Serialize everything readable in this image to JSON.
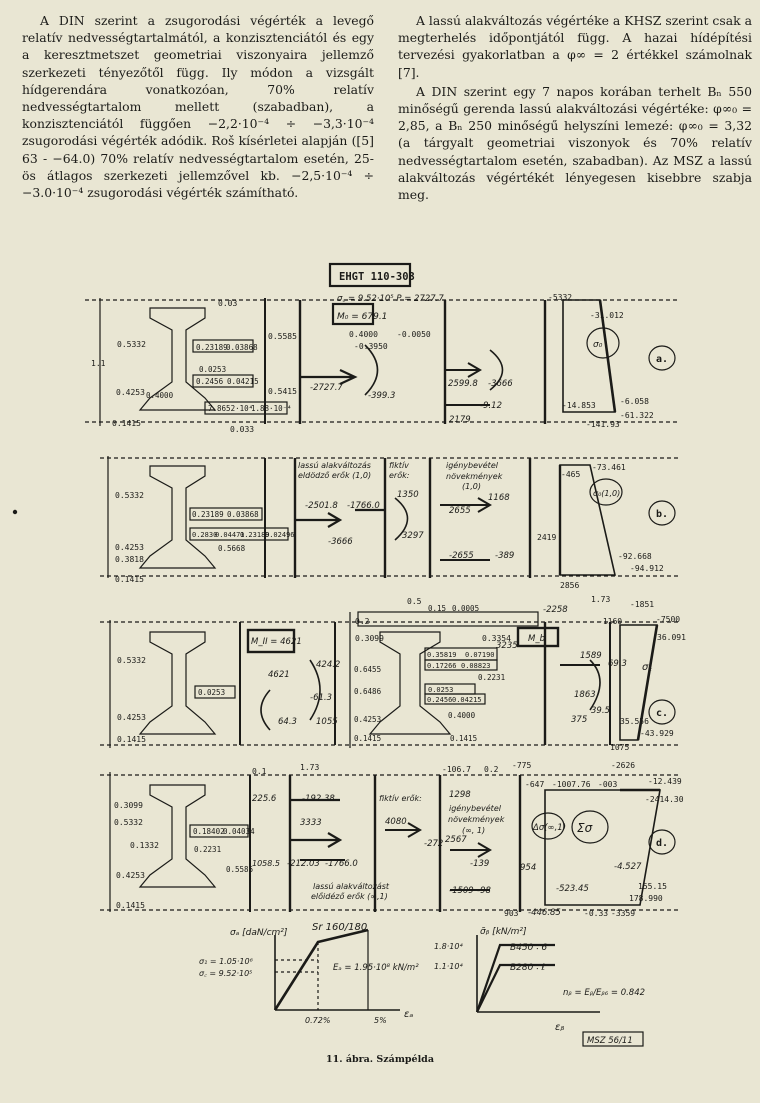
{
  "text": {
    "left_paragraphs": [
      "A DIN szerint a zsugorodási végérték a levegő relatív nedvességtartalmától, a konzisztenciától és egy a keresztmetszet geometriai viszonyaira jellemző szerkezeti tényezőtől függ. Ily módon a vizsgált hídgerendára vonatkozóan, 70% relatív nedvességtartalom mellett (szabadban), a konzisztenciától függően −2,2·10⁻⁴ ÷ −3,3·10⁻⁴ zsugorodási végérték adódik. Roš kísérletei alapján ([5] 63 - −64.0) 70% relatív nedvességtartalom esetén, 25-ös átlagos szerkezeti jellemzővel kb. −2,5·10⁻⁴ ÷ −3.0·10⁻⁴ zsugorodási végérték számítható."
    ],
    "right_paragraphs": [
      "A lassú alakváltozás végértéke a KHSZ szerint csak a megterhelés időpontjától függ. A hazai hídépítési tervezési gyakorlatban a φ∞ = 2 értékkel számolnak [7].",
      "A DIN szerint egy 7 napos korában terhelt Bₙ 550 minőségű gerenda lassú alakváltozási végértéke: φ∞₀ = 2,85, a Bₙ 250 minőségű helyszíni lemezé: φ∞₀ = 3,32 (a tárgyalt geometriai viszonyok és 70% relatív nedvességtartalom esetén, szabadban). Az MSZ a lassú alakváltozás végértékét lényegesen kisebbre szabja meg."
    ]
  },
  "figure": {
    "header_box": "EHGT 110-303",
    "a": {
      "row_label": "a.",
      "top_formula": "σ꜀ = 9.52·10⁵   P = 2727.7",
      "m_box": "M₀ = 679.1",
      "phi_values": [
        "0.4000",
        "-0.0050",
        "-0.3950"
      ],
      "left_values": [
        "0.03",
        "0.5332",
        "1.1",
        "0.4253",
        "0.1415",
        "0.5585",
        "0.5415",
        "0.033"
      ],
      "section_values": [
        "0.23189",
        "0.03868",
        "0.0253",
        "0.4000",
        "0.2456",
        "0.04215",
        "7.8652·10⁴",
        "1.88·10⁻⁴"
      ],
      "forces": [
        "-2727.7",
        "-399.3",
        "2599.8",
        "-3666",
        "-9.12",
        "2179"
      ],
      "stress": [
        "-5332",
        "-31.012",
        "-14.853",
        "-6.058",
        "-61.322",
        "-141.93"
      ],
      "stress_label": "σ₀"
    },
    "b": {
      "row_label": "b.",
      "label_1": "lassú alakváltozás",
      "label_2": "eldödző erők (1,0)",
      "label_3": "fiktív",
      "label_4": "erők:",
      "label_5": "igénybevétel",
      "label_6": "növekmények",
      "label_7": "(1,0)",
      "left_values": [
        "0.5332",
        "0.4253",
        "0.3818",
        "0.1415"
      ],
      "section_values": [
        "0.23189",
        "0.03868",
        "0.2830",
        "0.04471",
        "0.23189",
        "0.02496",
        "0.5668"
      ],
      "forces": [
        "-2501.8",
        "-1766.0",
        "-3666",
        "1350",
        "3297",
        "2655",
        "1168",
        "-2655",
        "-389"
      ],
      "stress": [
        "-465",
        "-73.461",
        "2419",
        "-92.668",
        "-94.912",
        "2856"
      ],
      "stress_label": "σ₀(1,0)"
    },
    "c": {
      "row_label": "c.",
      "m_box": "M_II = 4621",
      "m_box_right": "M_b",
      "left_values": [
        "0.5332",
        "0.4253",
        "0.1415"
      ],
      "mid_values": [
        "4621",
        "424.2",
        "-61.3",
        "64.3",
        "1055",
        "0.0253"
      ],
      "top_values": [
        "0.5",
        "0.15",
        "0.0005",
        "0.2",
        "0.3099",
        "0.3354"
      ],
      "section_values": [
        "0.35819",
        "0.07190",
        "0.17266",
        "0.08823",
        "0.2231",
        "0.0253",
        "0.2456",
        "0.04215",
        "0.4000",
        "0.6455",
        "0.6486",
        "0.4253",
        "0.1415",
        "0.1415"
      ],
      "forces": [
        "-2258",
        "3235",
        "1589",
        "69.3",
        "1863",
        "375",
        "39.5"
      ],
      "stress": [
        "-1851",
        "-1160",
        "-7500",
        "36.091",
        "35.556",
        "-43.929",
        "1075",
        "1.73"
      ],
      "stress_label": "σ꜀"
    },
    "d": {
      "row_label": "d.",
      "label_1": "lassú alakváltozást",
      "label_2": "előidéző erők (∞,1)",
      "label_3": "fiktív erők:",
      "label_4": "igénybevétel",
      "label_5": "növekmények",
      "label_6": "(∞, 1)",
      "left_values": [
        "0.3099",
        "0.1332",
        "0.5332",
        "0.4253",
        "0.1415"
      ],
      "top_values": [
        "0.1",
        "1.73",
        "-106.7",
        "0.2",
        "-775",
        "-2626"
      ],
      "section_values": [
        "0.18402",
        "0.04034",
        "0.2231",
        "0.5585"
      ],
      "forces": [
        "225.6",
        "-192.38",
        "3333",
        "-212.03",
        "-1766.0",
        "1058.5",
        "4080",
        "1298",
        "-272",
        "2567",
        "-139",
        "954",
        "-1509",
        "-98",
        "-523.45",
        "-4.527",
        "-446.85"
      ],
      "stress": [
        "-647",
        "-1007.76",
        "-003",
        "-12.439",
        "-2414.30",
        "155.15",
        "178.990",
        "-3359",
        "903",
        "-0.33"
      ],
      "stress_label": "Δσ(∞,1)",
      "stress_label_2": "Σσ"
    },
    "graph_left": {
      "title": "Sr 160/180",
      "axis_y": "σₐ [daN/cm²]",
      "axis_x": "εₐ",
      "line_1": "σ₁ = 1.05·10⁶",
      "line_2": "σ꜀ = 9.52·10⁵",
      "modulus": "Eₐ = 1.95·10⁸ kN/m²",
      "x_1": "0.72%",
      "x_2": "5%"
    },
    "graph_right": {
      "axis_y": "σ̃ᵦ [kN/m²]",
      "axis_x": "εᵦ",
      "tick_1": "1.8·10⁴",
      "tick_2": "1.1·10⁴",
      "line_1": "B450 ∶ 6",
      "line_2": "B280 ∶ ℓ",
      "ratio": "nᵦ = Eᵦ/Eᵦ₆ = 0.842"
    },
    "stamp": "MSZ 56/11",
    "caption": "11. ábra. Számpélda"
  }
}
